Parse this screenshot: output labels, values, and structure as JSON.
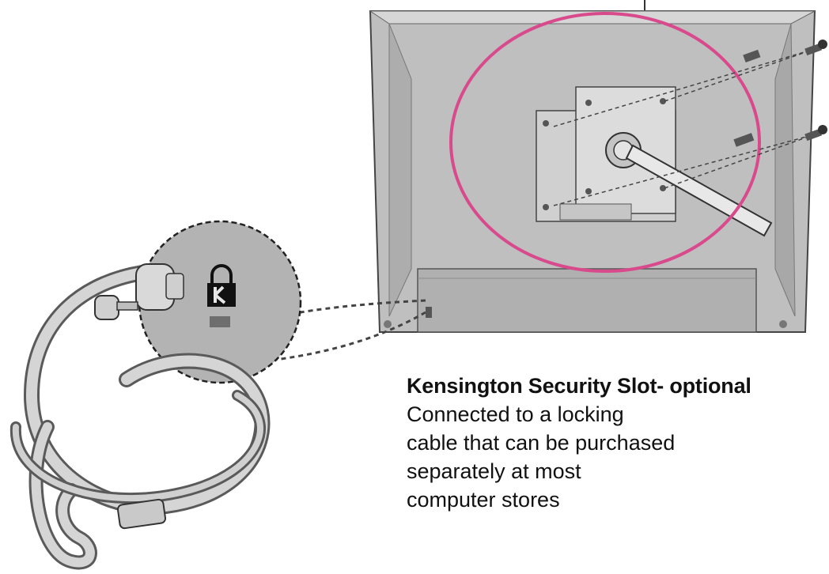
{
  "caption": {
    "title": "Kensington Security Slot- optional",
    "lines": [
      "Connected to a locking",
      "cable that can be purchased",
      "separately at most",
      "computer stores"
    ]
  },
  "colors": {
    "monitor_back": "#bdbdbd",
    "monitor_edge": "#8f8f8f",
    "highlight_circle": "#d94a8c",
    "zoom_disc": "#b3b3b3",
    "cable": "#c9c9c9",
    "outline": "#333333"
  }
}
